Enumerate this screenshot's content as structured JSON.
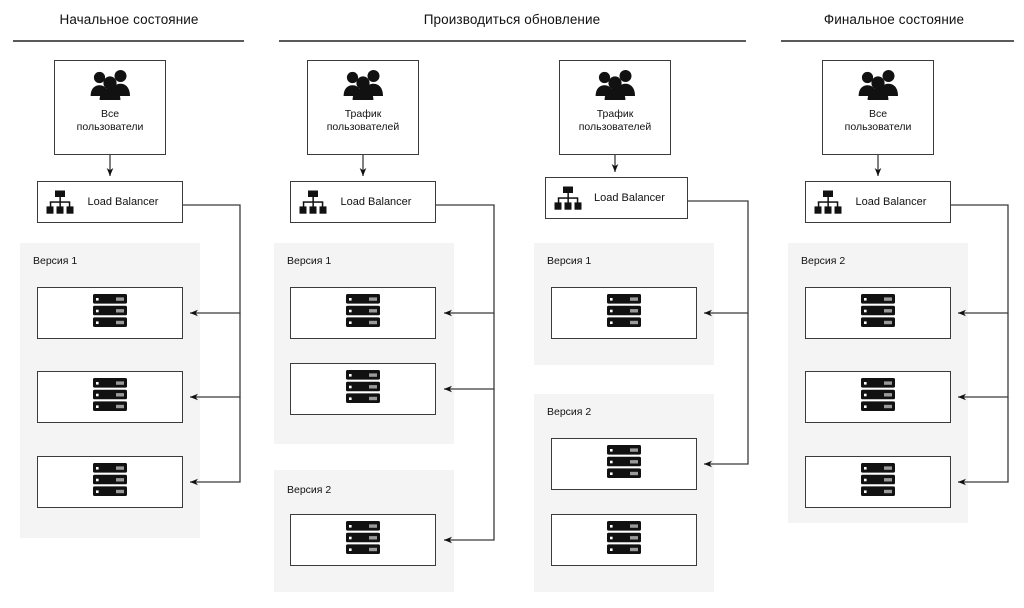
{
  "diagram": {
    "title_font_note": "",
    "colors": {
      "group_bg": "#f4f4f4",
      "node_border": "#3b3b3b",
      "rule": "#5a5a5a",
      "connector": "#3b3b3b",
      "server_icon": "#111111",
      "server_icon_led": "#9a9a9a",
      "background": "#ffffff"
    },
    "columns": [
      {
        "id": "initial-state",
        "title": "Начальное состояние",
        "users": {
          "label_line1": "Все",
          "label_line2": "пользователи",
          "icon": "users-group-icon"
        },
        "load_balancer": {
          "label": "Load Balancer",
          "icon": "load-balancer-icon"
        },
        "groups": [
          {
            "label": "Версия 1",
            "servers": [
              {
                "icon": "server-stack-icon",
                "has_traffic": true
              },
              {
                "icon": "server-stack-icon",
                "has_traffic": true
              },
              {
                "icon": "server-stack-icon",
                "has_traffic": true
              }
            ]
          }
        ]
      },
      {
        "id": "update-in-progress-a",
        "title": "Производиться обновление",
        "users": {
          "label_line1": "Трафик",
          "label_line2": "пользователей",
          "icon": "users-group-icon"
        },
        "load_balancer": {
          "label": "Load Balancer",
          "icon": "load-balancer-icon"
        },
        "groups": [
          {
            "label": "Версия 1",
            "servers": [
              {
                "icon": "server-stack-icon",
                "has_traffic": true
              },
              {
                "icon": "server-stack-icon",
                "has_traffic": true
              }
            ]
          },
          {
            "label": "Версия 2",
            "servers": [
              {
                "icon": "server-stack-icon",
                "has_traffic": true
              }
            ]
          }
        ]
      },
      {
        "id": "update-in-progress-b",
        "title": "",
        "users": {
          "label_line1": "Трафик",
          "label_line2": "пользователей",
          "icon": "users-group-icon"
        },
        "load_balancer": {
          "label": "Load Balancer",
          "icon": "load-balancer-icon"
        },
        "groups": [
          {
            "label": "Версия 1",
            "servers": [
              {
                "icon": "server-stack-icon",
                "has_traffic": true
              }
            ]
          },
          {
            "label": "Версия 2",
            "servers": [
              {
                "icon": "server-stack-icon",
                "has_traffic": true
              },
              {
                "icon": "server-stack-icon",
                "has_traffic": false
              }
            ]
          }
        ]
      },
      {
        "id": "final-state",
        "title": "Финальное состояние",
        "users": {
          "label_line1": "Все",
          "label_line2": "пользователи",
          "icon": "users-group-icon"
        },
        "load_balancer": {
          "label": "Load Balancer",
          "icon": "load-balancer-icon"
        },
        "groups": [
          {
            "label": "Версия 2",
            "servers": [
              {
                "icon": "server-stack-icon",
                "has_traffic": true
              },
              {
                "icon": "server-stack-icon",
                "has_traffic": true
              },
              {
                "icon": "server-stack-icon",
                "has_traffic": true
              }
            ]
          }
        ]
      }
    ]
  }
}
